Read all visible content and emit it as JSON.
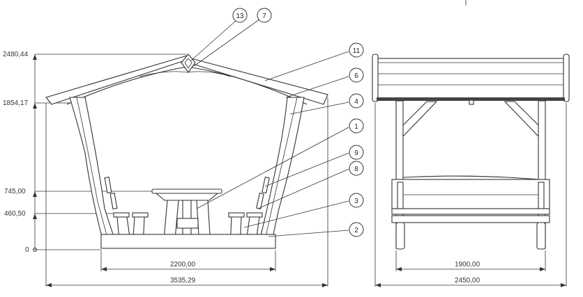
{
  "dimensions": {
    "side_vertical": [
      "2480,44",
      "1854,17",
      "745,00",
      "460,50",
      "0"
    ],
    "side_horizontal": [
      "2200,00",
      "3535,29"
    ],
    "front_horizontal": [
      "1900,00",
      "2450,00"
    ]
  },
  "balloons": [
    "13",
    "7",
    "11",
    "6",
    "4",
    "1",
    "9",
    "8",
    "3",
    "2"
  ]
}
